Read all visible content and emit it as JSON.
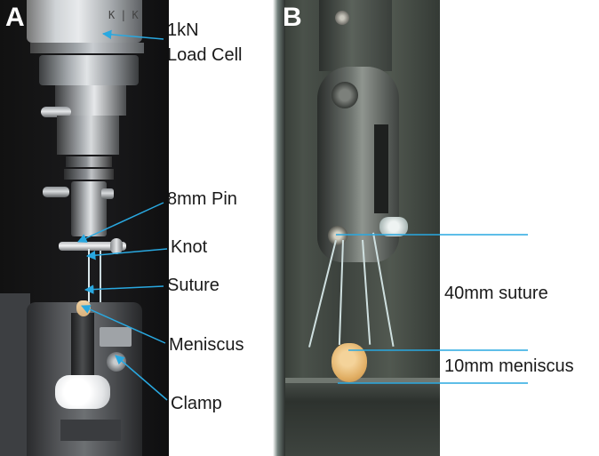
{
  "panels": {
    "a": {
      "letter": "A",
      "labels": {
        "load_cell_line1": "1kN",
        "load_cell_line2": "Load Cell",
        "pin": "8mm Pin",
        "knot": "Knot",
        "suture": "Suture",
        "meniscus": "Meniscus",
        "clamp": "Clamp"
      },
      "engraving": "K|K"
    },
    "b": {
      "letter": "B",
      "labels": {
        "suture_length": "40mm suture",
        "meniscus_length": "10mm meniscus"
      }
    }
  },
  "colors": {
    "annotation_line": "#29a8e0",
    "label_text": "#1a1a1a",
    "panel_letter": "#ffffff"
  }
}
